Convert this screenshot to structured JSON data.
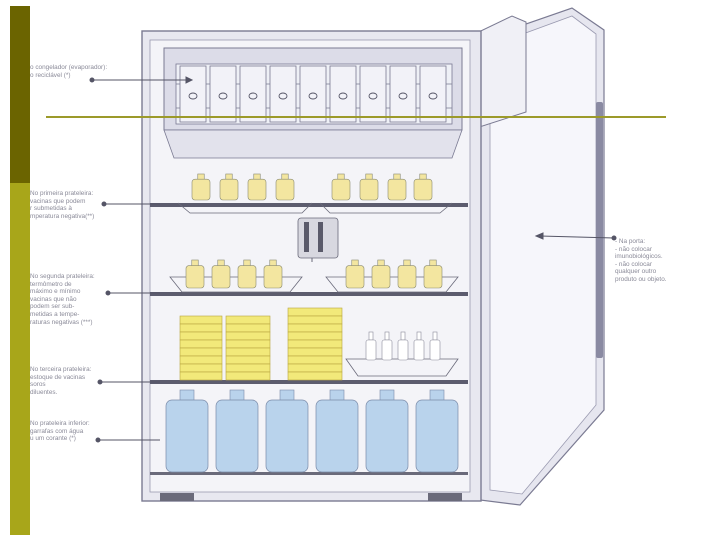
{
  "theme": {
    "bar_top": "#6b6400",
    "bar_bottom": "#a8a61a",
    "accent_line": "#9c9a2a",
    "fridge_outline": "#7a7a92",
    "fridge_fill": "#e6e6ef",
    "bottle_fill": "#f3e6a0",
    "box_fill": "#f2e97a",
    "water_fill": "#b9d3ec"
  },
  "annotations": [
    {
      "key": "freezer",
      "text": "o congelador (evaporador):\no reciclável (*)"
    },
    {
      "key": "first_shelf",
      "text": "No primeira prateleira:\nvacinas que podem\nr submetidas à\nmperatura negativa(**)"
    },
    {
      "key": "second_shelf",
      "text": "No segunda prateleira:\ntermômetro de\nmáximo e mínimo\nvacinas que não\npodem ser sub-\nmetidas a tempe-\nraturas negativas (***)"
    },
    {
      "key": "third_shelf",
      "text": "No terceira prateleira:\nestoque de vacinas\nsoros\ndiluentes."
    },
    {
      "key": "bottom_shelf",
      "text": "No prateleira inferior:\ngarrafas com água\nu um corante (*)"
    },
    {
      "key": "door",
      "text": "- Na porta:\n- não colocar\n  imunobiológicos.\n- não colocar\n  qualquer outro\n  produto ou objeto."
    }
  ]
}
